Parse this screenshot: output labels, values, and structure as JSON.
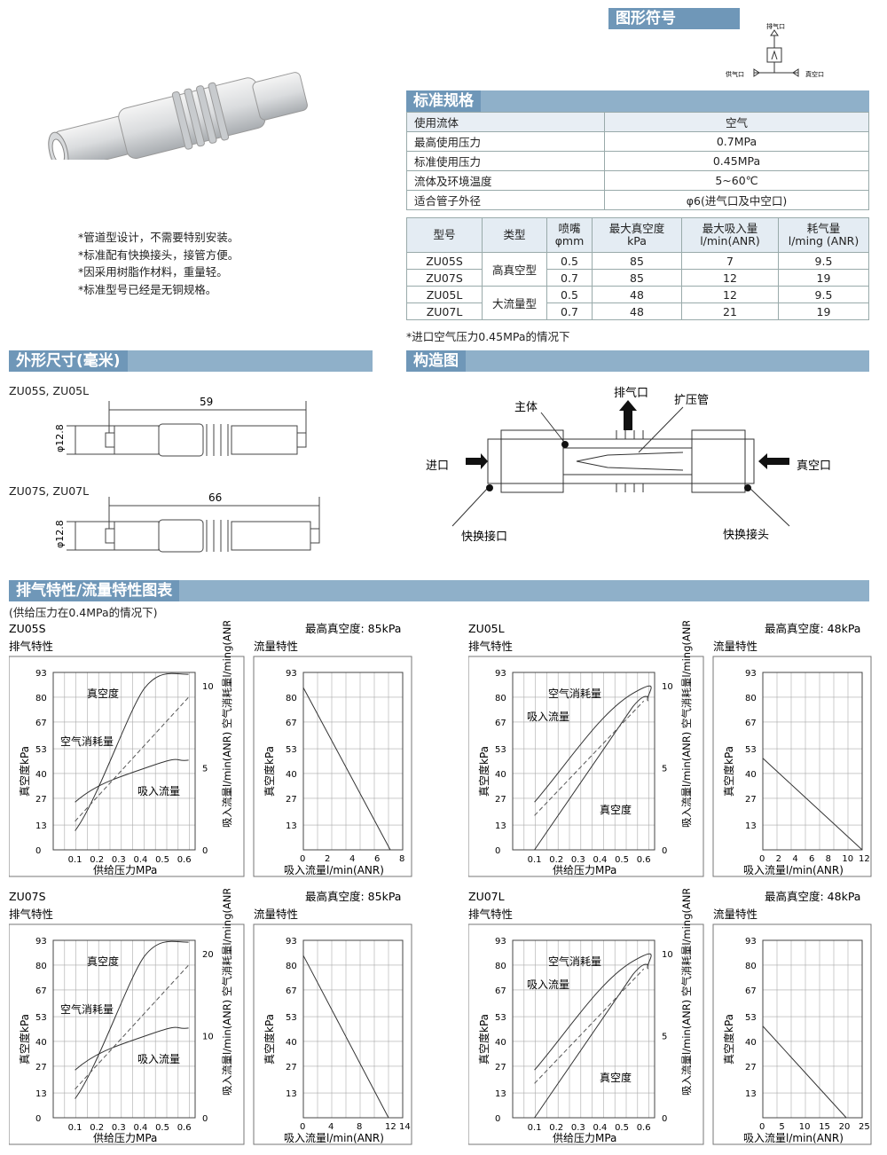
{
  "symbol": {
    "title": "图形符号",
    "exhaust": "排气口",
    "supply": "供气口",
    "vacuum": "真空口"
  },
  "spec": {
    "title": "标准规格",
    "rows": [
      {
        "k": "使用流体",
        "v": "空气"
      },
      {
        "k": "最高使用压力",
        "v": "0.7MPa"
      },
      {
        "k": "标准使用压力",
        "v": "0.45MPa"
      },
      {
        "k": "流体及环境温度",
        "v": "5~60℃"
      },
      {
        "k": "适合管子外径",
        "v": "φ6(进气口及中空口)"
      }
    ]
  },
  "models": {
    "headers": [
      "型号",
      "类型",
      "喷嘴\nφmm",
      "最大真空度\nkPa",
      "最大吸入量\nl/min(ANR)",
      "耗气量\nl/ming (ANR)"
    ],
    "rows": [
      {
        "model": "ZU05S",
        "type": "高真空型",
        "nozzle": "0.5",
        "vac": "85",
        "suction": "7",
        "air": "9.5"
      },
      {
        "model": "ZU07S",
        "type": "",
        "nozzle": "0.7",
        "vac": "85",
        "suction": "12",
        "air": "19"
      },
      {
        "model": "ZU05L",
        "type": "大流量型",
        "nozzle": "0.5",
        "vac": "48",
        "suction": "12",
        "air": "9.5"
      },
      {
        "model": "ZU07L",
        "type": "",
        "nozzle": "0.7",
        "vac": "48",
        "suction": "21",
        "air": "19"
      }
    ],
    "note": "*进口空气压力0.45MPa的情况下"
  },
  "features": [
    "*管道型设计，不需要特别安装。",
    "*标准配有快换接头，接管方便。",
    "*因采用树脂作材料，重量轻。",
    "*标准型号已经是无铜规格。"
  ],
  "dims": {
    "title": "外形尺寸(毫米)",
    "a": {
      "models": "ZU05S, ZU05L",
      "length": "59",
      "dia": "φ12.8"
    },
    "b": {
      "models": "ZU07S, ZU07L",
      "length": "66",
      "dia": "φ12.8"
    }
  },
  "structure": {
    "title": "构造图",
    "body": "主体",
    "exhaust": "排气口",
    "diffuser": "扩压管",
    "inlet": "进口",
    "vacuum": "真空口",
    "fitting_l": "快换接口",
    "fitting_r": "快换接头"
  },
  "charts_section": {
    "title": "排气特性/流量特性图表",
    "subtitle": "(供给压力在0.4MPa的情况下)"
  },
  "common": {
    "exh": "排气特性",
    "flow": "流量特性",
    "vac_axis": "真空度kPa",
    "sup_axis": "供给压力MPa",
    "suc_axis": "吸入流量l/min(ANR)",
    "right_axis": "吸入流量l/min(ANR) 空气消耗量l/ming(ANR)",
    "vac_curve": "真空度",
    "air_curve": "空气消耗量",
    "suc_curve": "吸入流量"
  },
  "chart_data": [
    {
      "type": "line",
      "model": "ZU05S",
      "maxvac": "最高真空度: 85kPa",
      "x": [
        0.1,
        0.2,
        0.3,
        0.4,
        0.5,
        0.6
      ],
      "ylim": [
        0,
        93
      ],
      "y2": [
        0,
        5,
        10
      ],
      "flow_x": [
        0,
        2,
        4,
        6,
        8
      ],
      "flow_line": [
        [
          0,
          85
        ],
        [
          7,
          0
        ]
      ]
    },
    {
      "type": "line",
      "model": "ZU05L",
      "maxvac": "最高真空度: 48kPa",
      "x": [
        0.1,
        0.2,
        0.3,
        0.4,
        0.5,
        0.6
      ],
      "ylim": [
        0,
        93
      ],
      "y2": [
        0,
        5,
        10
      ],
      "flow_x": [
        0,
        2,
        4,
        6,
        8,
        10,
        12
      ],
      "flow_line": [
        [
          0,
          48
        ],
        [
          12,
          0
        ]
      ]
    },
    {
      "type": "line",
      "model": "ZU07S",
      "maxvac": "最高真空度: 85kPa",
      "x": [
        0.1,
        0.2,
        0.3,
        0.4,
        0.5,
        0.6
      ],
      "ylim": [
        0,
        93
      ],
      "y2": [
        0,
        10,
        20
      ],
      "flow_x": [
        0,
        4,
        8,
        12,
        14
      ],
      "flow_line": [
        [
          0,
          85
        ],
        [
          12,
          0
        ]
      ]
    },
    {
      "type": "line",
      "model": "ZU07L",
      "maxvac": "最高真空度: 48kPa",
      "x": [
        0.1,
        0.2,
        0.3,
        0.4,
        0.5,
        0.6
      ],
      "ylim": [
        0,
        93
      ],
      "y2": [
        0,
        5,
        10
      ],
      "flow_x": [
        0,
        5,
        10,
        15,
        20,
        25
      ],
      "flow_line": [
        [
          0,
          48
        ],
        [
          21,
          0
        ]
      ]
    }
  ]
}
